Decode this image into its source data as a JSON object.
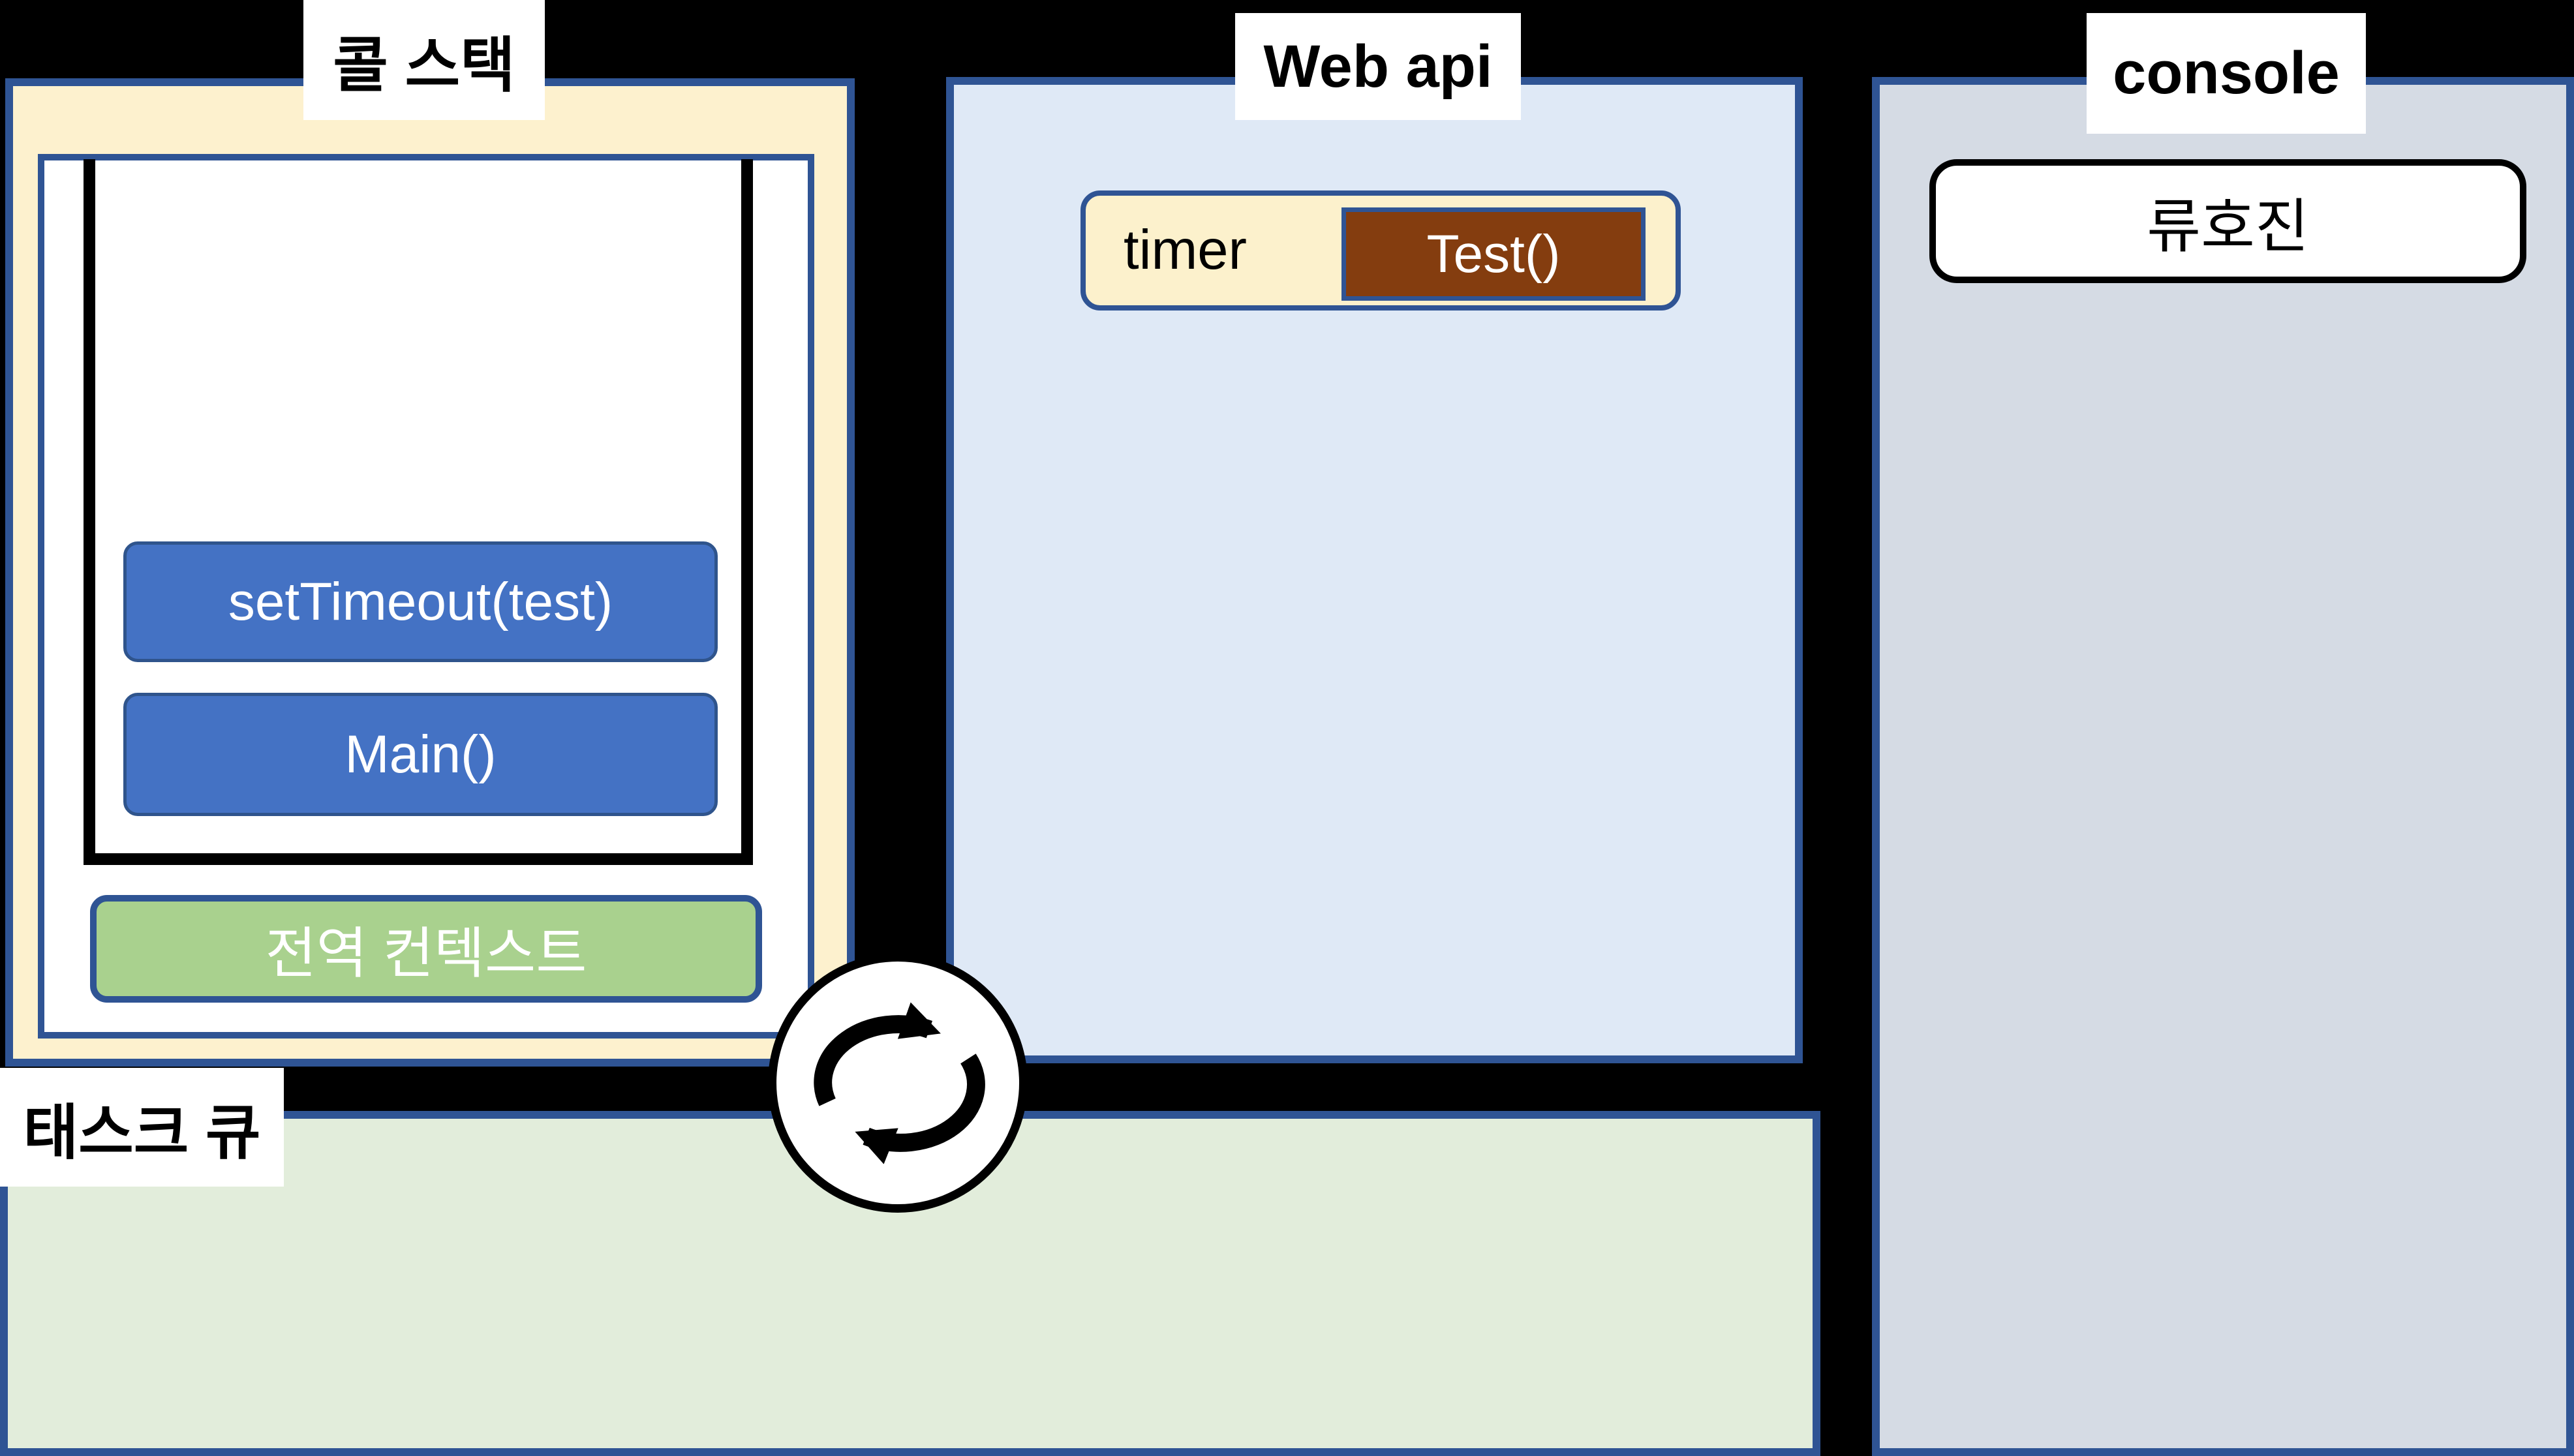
{
  "panels": {
    "call_stack": {
      "title": "콜 스택"
    },
    "web_api": {
      "title": "Web api",
      "timer": {
        "label": "timer",
        "task": "Test()"
      }
    },
    "console": {
      "title": "console",
      "output": "류호진"
    },
    "task_queue": {
      "title": "태스크 큐"
    }
  },
  "call_stack": {
    "frames": [
      "setTimeout(test)",
      "Main()"
    ],
    "global_context": "전역 컨텍스트"
  },
  "icons": {
    "event_loop": "event-loop-cycle-icon"
  },
  "colors": {
    "background": "#000000",
    "panel_border": "#2F5494",
    "call_stack_fill": "#FDF1CE",
    "web_api_fill": "#DFE9F6",
    "console_fill": "#D5DBE4",
    "task_queue_fill": "#E2EDDB",
    "frame_fill": "#4472C4",
    "frame_border": "#2F548C",
    "global_context_fill": "#A9D18E",
    "timer_fill": "#FCF1CC",
    "timer_task_fill": "#843D0F"
  }
}
